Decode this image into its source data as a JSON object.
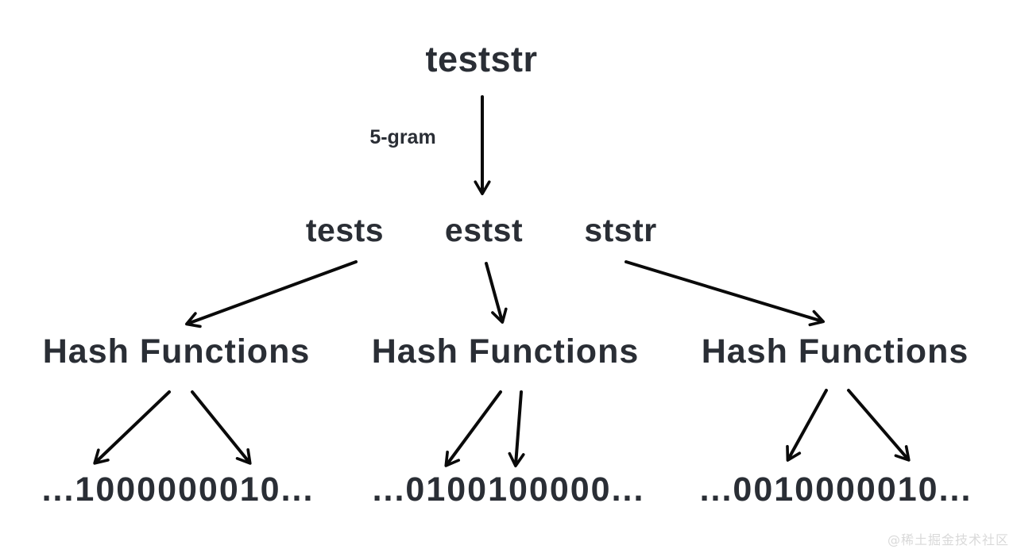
{
  "diagram": {
    "root": "teststr",
    "edge_label": "5-gram",
    "ngrams": [
      "tests",
      "estst",
      "ststr"
    ],
    "hash_labels": [
      "Hash Functions",
      "Hash Functions",
      "Hash Functions"
    ],
    "bitstrings": [
      "...1000000010...",
      "...0100100000...",
      "...0010000010..."
    ],
    "watermark": "@稀土掘金技术社区",
    "colors": {
      "text": "#2a2e35",
      "arrow": "#0a0a0a",
      "background": "#ffffff",
      "watermark": "#d9d9d9"
    }
  }
}
